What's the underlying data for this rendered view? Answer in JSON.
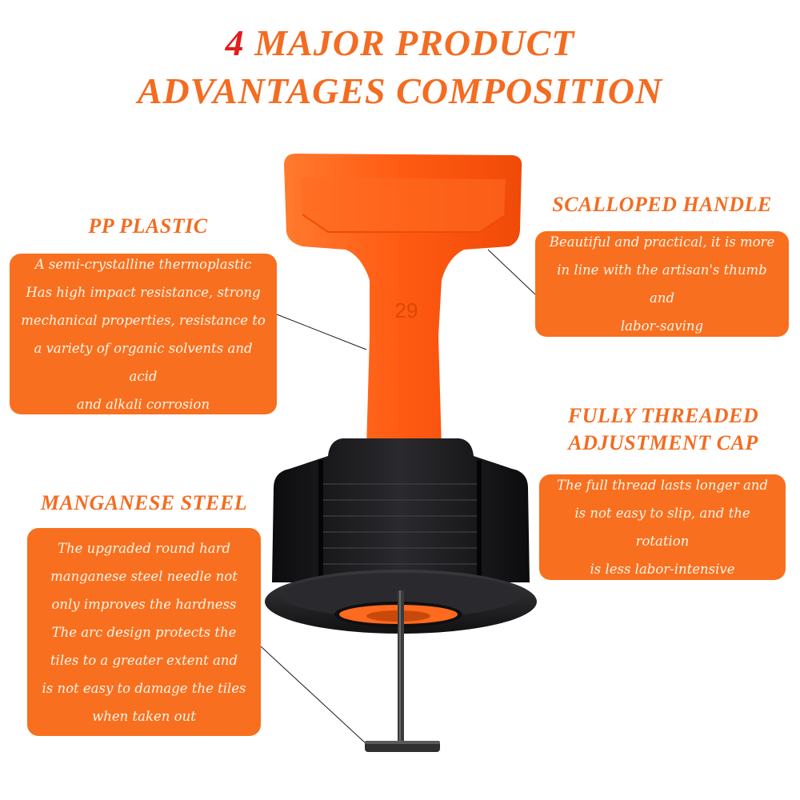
{
  "title": {
    "number": "4",
    "line1_rest": " MAJOR PRODUCT",
    "line2": "ADVANTAGES COMPOSITION"
  },
  "sections": {
    "pp_plastic": {
      "heading": "PP PLASTIC",
      "text": "A semi-crystalline thermoplastic\nHas high impact resistance, strong\nmechanical properties, resistance to\na variety of organic solvents and acid\nand alkali corrosion"
    },
    "scalloped_handle": {
      "heading": "SCALLOPED HANDLE",
      "text": "Beautiful and practical, it is more\nin line with the artisan's thumb and\nlabor-saving"
    },
    "threaded_cap": {
      "heading_line1": "FULLY THREADED",
      "heading_line2": "ADJUSTMENT CAP",
      "text": "The full thread lasts longer and\nis not easy to slip, and the rotation\nis less labor-intensive"
    },
    "manganese_steel": {
      "heading": "MANGANESE STEEL",
      "text": "The upgraded round hard\nmanganese steel needle not\nonly improves the hardness\nThe arc design protects the\ntiles to a greater extent and\nis not easy to damage the tiles\nwhen taken out"
    }
  },
  "product": {
    "handle_number": "29"
  },
  "colors": {
    "accent": "#f36c21",
    "number_red": "#e31b1b",
    "box_fill": "#f8701f",
    "handle_orange": "#ff5a12",
    "cap_black": "#1d1d1f"
  }
}
